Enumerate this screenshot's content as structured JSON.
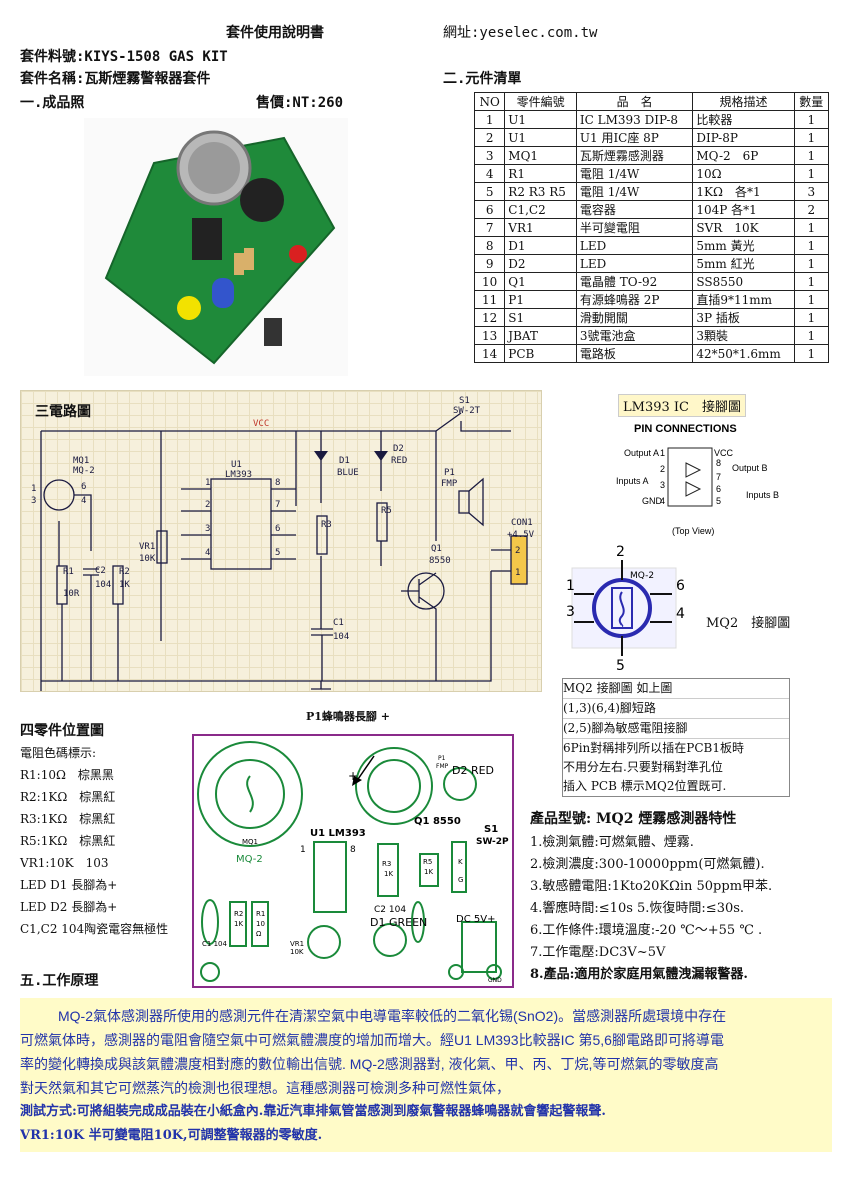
{
  "header": {
    "doc_title": "套件使用說明書",
    "website": "網址:yeselec.com.tw",
    "kit_code": "套件料號:KIYS-1508 GAS KIT",
    "kit_name": "套件名稱:瓦斯煙霧警報器套件",
    "section1": "一.成品照",
    "price": "售價:NT:260",
    "section2": "二.元件清單"
  },
  "parts_table": {
    "headers": [
      "NO",
      "零件編號",
      "品　名",
      "規格描述",
      "數量"
    ],
    "rows": [
      [
        "1",
        "U1",
        "IC LM393 DIP-8",
        "比較器",
        "1"
      ],
      [
        "2",
        "U1",
        "U1 用IC座 8P",
        "DIP-8P",
        "1"
      ],
      [
        "3",
        "MQ1",
        "瓦斯煙霧感測器",
        "MQ-2　6P",
        "1"
      ],
      [
        "4",
        "R1",
        "電阻 1/4W",
        "10Ω",
        "1"
      ],
      [
        "5",
        "R2 R3 R5",
        "電阻 1/4W",
        "1KΩ　各*1",
        "3"
      ],
      [
        "6",
        "C1,C2",
        "電容器",
        "104P 各*1",
        "2"
      ],
      [
        "7",
        "VR1",
        "半可變電阻",
        "SVR　10K",
        "1"
      ],
      [
        "8",
        "D1",
        "LED",
        "5mm 黃光",
        "1"
      ],
      [
        "9",
        "D2",
        "LED",
        "5mm 紅光",
        "1"
      ],
      [
        "10",
        "Q1",
        "電晶體 TO-92",
        "SS8550",
        "1"
      ],
      [
        "11",
        "P1",
        "有源蜂鳴器 2P",
        "直插9*11mm",
        "1"
      ],
      [
        "12",
        "S1",
        "滑動開關",
        "3P 插板",
        "1"
      ],
      [
        "13",
        "JBAT",
        "3號電池盒",
        "3顆裝",
        "1"
      ],
      [
        "14",
        "PCB",
        "電路板",
        "42*50*1.6mm",
        "1"
      ]
    ]
  },
  "circuit": {
    "title": "三電路圖",
    "labels": {
      "vcc": "VCC",
      "s1": "S1",
      "sw": "SW-2T",
      "mq1": "MQ1",
      "mq2": "MQ-2",
      "u1": "U1",
      "lm393": "LM393",
      "d1": "D1",
      "blue": "BLUE",
      "d2": "D2",
      "red": "RED",
      "p1": "P1",
      "fmp": "FMP",
      "con1": "CON1",
      "v45": "+4.5V",
      "vr1": "VR1",
      "k10": "10K",
      "r1": "R1",
      "r10": "10R",
      "c2": "C2",
      "c104": "104",
      "r2": "R2",
      "k1": "1K",
      "r3": "R3",
      "r5": "R5",
      "q1": "Q1",
      "q8550": "8550",
      "c1": "C1",
      "pins": [
        "1",
        "2",
        "3",
        "4",
        "5",
        "6",
        "7",
        "8"
      ],
      "con_pins": [
        "2",
        "1"
      ],
      "mq_pins": [
        "1",
        "3",
        "6",
        "4"
      ]
    }
  },
  "lm393": {
    "title": "LM393 IC　接腳圖",
    "pin_connections": "PIN CONNECTIONS",
    "output_a": "Output A",
    "vcc": "VCC",
    "output_b": "Output B",
    "inputs_a": "Inputs A",
    "inputs_b": "Inputs B",
    "gnd": "GND",
    "top_view": "(Top View)",
    "pins": [
      "1",
      "2",
      "3",
      "4",
      "8",
      "7",
      "6",
      "5"
    ]
  },
  "mq2_pinout": {
    "label": "MQ2　接腳圖",
    "pins": {
      "top": "2",
      "left1": "1",
      "left3": "3",
      "right6": "6",
      "right4": "4",
      "bottom": "5"
    },
    "sensor_text": "MQ-2",
    "notes": [
      "MQ2 接腳圖 如上圖",
      "(1,3)(6,4)腳短路",
      "(2,5)腳為敏感電阻接腳",
      "6Pin對稱排列所以插在PCB1板時",
      "不用分左右.只要對稱對準孔位",
      "插入 PCB 標示MQ2位置既可."
    ]
  },
  "placement": {
    "title": "四零件位置圖",
    "color_code_title": "電阻色碼標示:",
    "items": [
      "R1:10Ω　棕黑黑",
      "R2:1KΩ　棕黑紅",
      "R3:1KΩ　棕黑紅",
      "R5:1KΩ　棕黑紅",
      "VR1:10K　103",
      "LED D1 長腳為+",
      "LED D2 長腳為+",
      "C1,C2 104陶瓷電容無極性"
    ],
    "buzzer_note": "P1蜂鳴器長腳 +",
    "pcb": {
      "d2_red": "D2 RED",
      "q1": "Q1 8550",
      "s1": "S1",
      "sw2p": "SW-2P",
      "u1": "U1 LM393",
      "mq2": "MQ-2",
      "mq1": "MQ1",
      "r3": "R3",
      "k1": "1K",
      "r5": "R5",
      "c2": "C2 104",
      "d1": "D1 GREEN",
      "c1": "C1 104",
      "r2": "R2",
      "r1": "R1",
      "r1v": "10",
      "ohm": "Ω",
      "dc": "DC 5V+",
      "vr1": "VR1",
      "k10": "10K",
      "p1": "P1",
      "fmp": "FMP",
      "pin1": "1",
      "pin8": "8",
      "plus": "+",
      "gnd": "GND",
      "k": "K",
      "g": "G"
    }
  },
  "features": {
    "title": "產品型號: MQ2 煙霧感測器特性",
    "items": [
      "1.檢測氣體:可燃氣體、煙霧.",
      "2.檢測濃度:300-10000ppm(可燃氣體).",
      "3.敏感體電阻:1Kto20KΩin 50ppm甲苯.",
      "4.響應時間:≤10s 5.恢復時間:≤30s.",
      "6.工作條件:環境溫度:-20 ℃～+55 ℃ .",
      "7.工作電壓:DC3V~5V",
      "8.產品:適用於家庭用氣體洩漏報警器."
    ]
  },
  "principle": {
    "title": "五.工作原理",
    "paragraph": [
      "MQ-2氣体感測器所使用的感測元件在清潔空氣中电導電率較低的二氧化锡(SnO2)。當感測器所處環境中存在",
      "可燃氣体時，感測器的電阻會隨空氣中可燃氣體濃度的增加而增大。經U1 LM393比較器IC 第5,6腳電路即可將導電",
      "率的變化轉換成與該氣體濃度相對應的數位輸出信號. MQ-2感測器對, 液化氣、甲、丙、丁烷,等可燃氣的零敏度高",
      "對天然氣和其它可燃蒸汽的檢測也很理想。這種感測器可檢測多种可燃性氣体，"
    ],
    "test_method": "測試方式:可將組裝完成成品裝在小紙盒內.靠近汽車排氣管當感測到廢氣警報器蜂鳴器就會響起警報聲.",
    "vr_note": "VR1:10K 半可變電阻10K,可調整警報器的零敏度."
  }
}
